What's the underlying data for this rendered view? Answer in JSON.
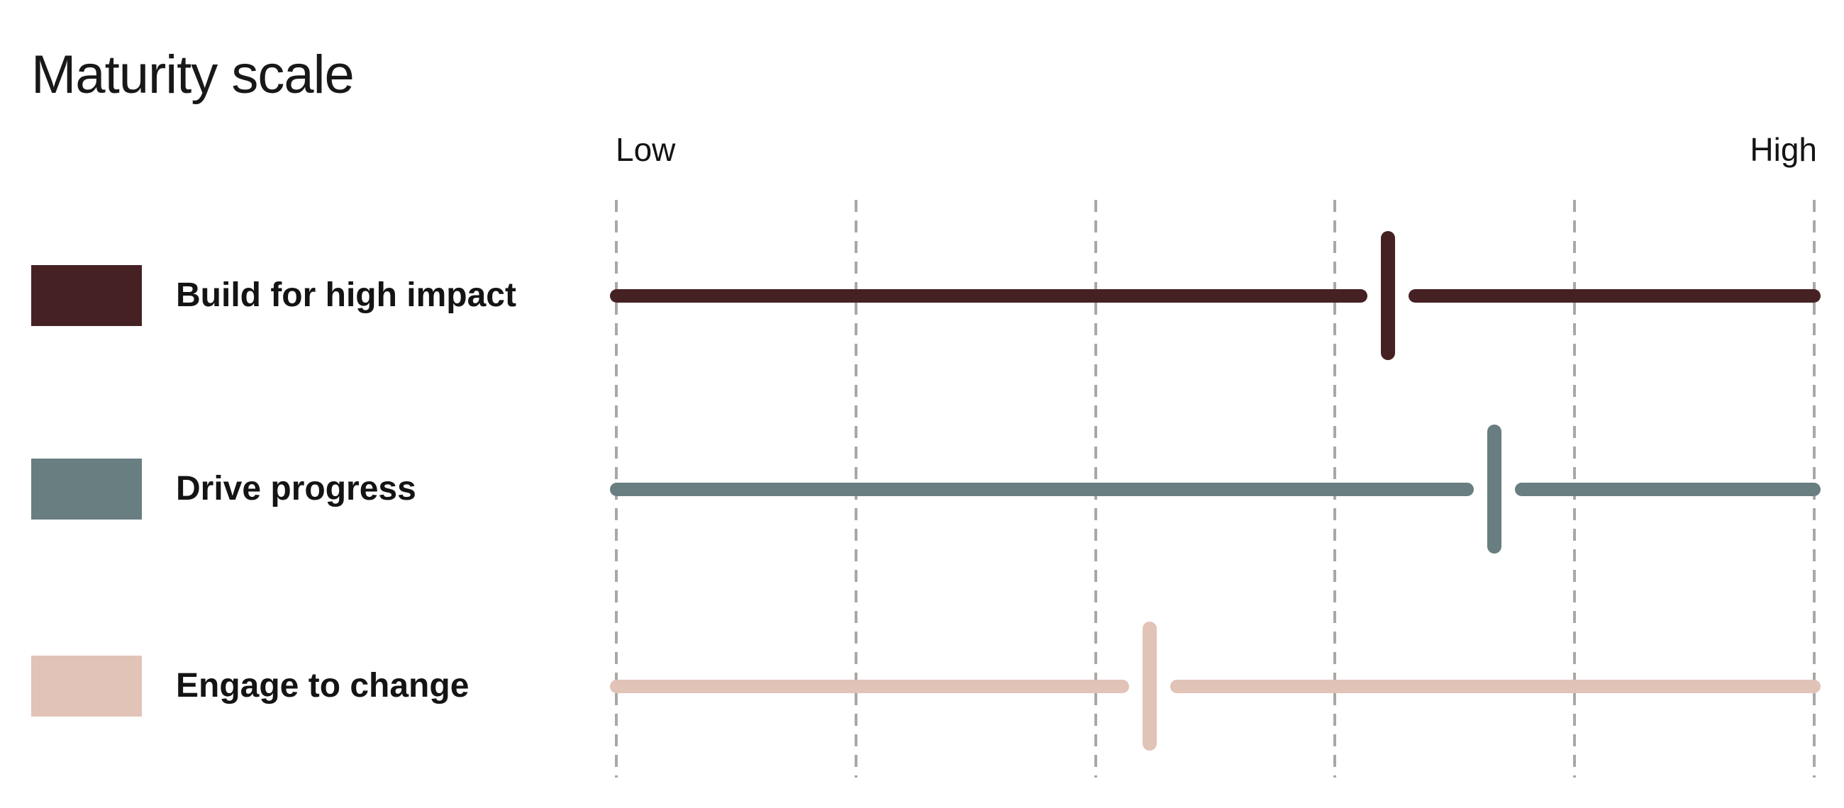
{
  "title": "Maturity scale",
  "chart_data": {
    "type": "scatter",
    "subtype": "linear-maturity-gauge",
    "title": "Maturity scale",
    "x_axis": {
      "left_label": "Low",
      "right_label": "High",
      "min": 0,
      "max": 100,
      "gridlines_pct": [
        0,
        20,
        40,
        60,
        80,
        100
      ],
      "gridline_style": "dashed",
      "gridline_color": "#a9a8a4"
    },
    "legend_position": "left",
    "marker_style": "vertical-tick-with-gap",
    "series": [
      {
        "name": "Build for high impact",
        "color": "#452124",
        "value_pct": 64.4
      },
      {
        "name": "Drive progress",
        "color": "#687e80",
        "value_pct": 73.3
      },
      {
        "name": "Engage to change",
        "color": "#e1c3b7",
        "value_pct": 44.5
      }
    ]
  },
  "colors": {
    "background": "#ffffff",
    "text": "#141414",
    "gridline": "#a9a8a4"
  }
}
